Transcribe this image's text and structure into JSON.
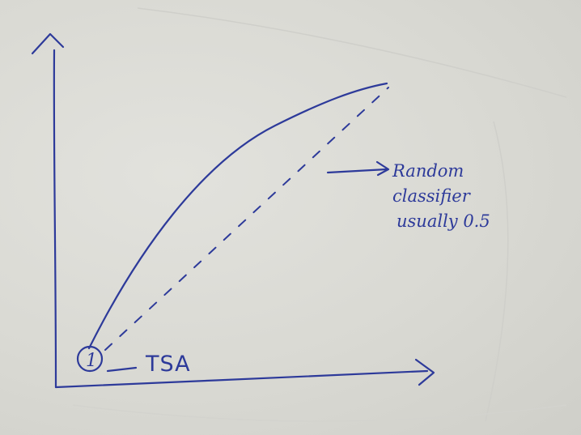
{
  "annotation": {
    "lines": [
      "Random",
      "classifier",
      "usually 0.5"
    ]
  },
  "point_label": "TSA",
  "point_marker": "1",
  "colors": {
    "ink": "#2d3a9a",
    "paper": "#dcdcd7"
  }
}
